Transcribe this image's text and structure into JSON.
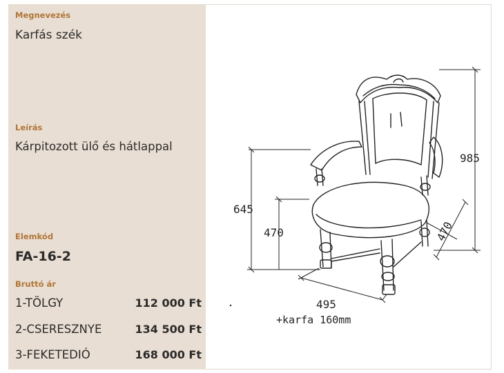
{
  "product": {
    "name_label": "Megnevezés",
    "name": "Karfás szék",
    "description_label": "Leírás",
    "description": "Kárpitozott ülő és hátlappal",
    "code_label": "Elemkód",
    "code": "FA-16-2",
    "price_label": "Bruttó ár"
  },
  "prices": [
    {
      "variant": "1-TÖLGY",
      "amount": "112 000 Ft"
    },
    {
      "variant": "2-CSERESZNYE",
      "amount": "134 500 Ft"
    },
    {
      "variant": "3-FEKETEDIÓ",
      "amount": "168 000 Ft"
    }
  ],
  "drawing": {
    "dim_height_total": "985",
    "dim_arm_height": "645",
    "dim_seat_height": "470",
    "dim_seat_depth": "470",
    "dim_width": "495",
    "dim_arm_note": "+karfa 160mm"
  },
  "colors": {
    "panel_bg": "#e9ded3",
    "label_accent": "#b07538"
  }
}
